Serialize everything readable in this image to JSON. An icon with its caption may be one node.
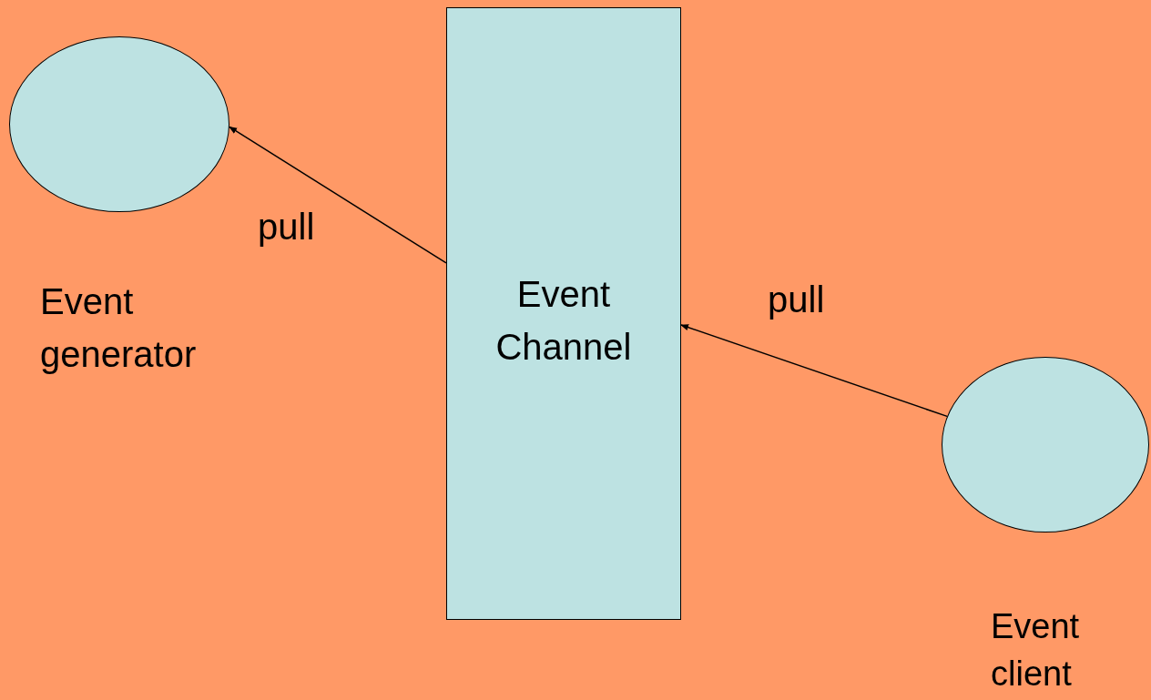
{
  "diagram": {
    "nodes": [
      {
        "text": [
          "Event generator"
        ]
      },
      {
        "text": [
          "Event Channel"
        ]
      },
      {
        "text": [
          "Event client"
        ]
      }
    ],
    "edges": [
      {
        "from": 1,
        "to": 0,
        "arrow": "to",
        "label": "pull"
      },
      {
        "from": 2,
        "to": 1,
        "arrow": "to",
        "label": "pull"
      }
    ]
  }
}
